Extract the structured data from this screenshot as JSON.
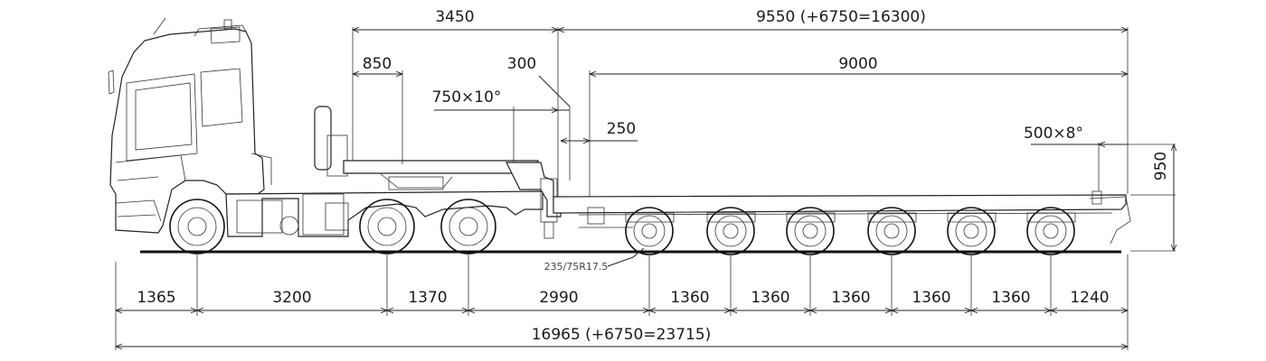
{
  "dimensions": {
    "top": {
      "front_section": "3450",
      "deck_length": "9550 (+6750=16300)",
      "kingpin_offset": "850",
      "gooseneck_gap": "300",
      "gooseneck_ramp": "750×10°",
      "platform_length": "9000",
      "step": "250",
      "rear_ramp": "500×8°",
      "deck_height": "950"
    },
    "bottom": {
      "tractor_front_overhang": "1365",
      "tractor_wheelbase": "3200",
      "tractor_axle_spacing": "1370",
      "kingpin_to_first_axle": "2990",
      "axle_spacing_1": "1360",
      "axle_spacing_2": "1360",
      "axle_spacing_3": "1360",
      "axle_spacing_4": "1360",
      "axle_spacing_5": "1360",
      "rear_overhang": "1240",
      "overall_length": "16965 (+6750=23715)"
    },
    "tyre_size": "235/75R17.5"
  }
}
